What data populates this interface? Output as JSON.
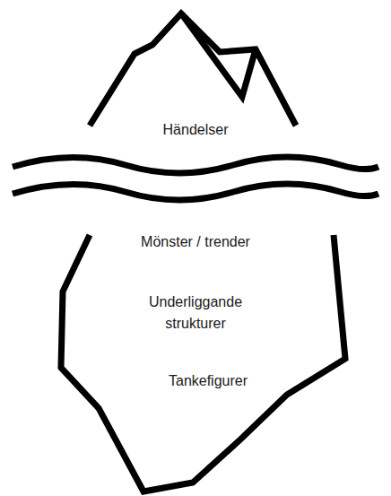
{
  "diagram": {
    "labels": [
      "Händelser",
      "Mönster / trender",
      "Underliggande strukturer",
      "Tankefigurer"
    ]
  }
}
